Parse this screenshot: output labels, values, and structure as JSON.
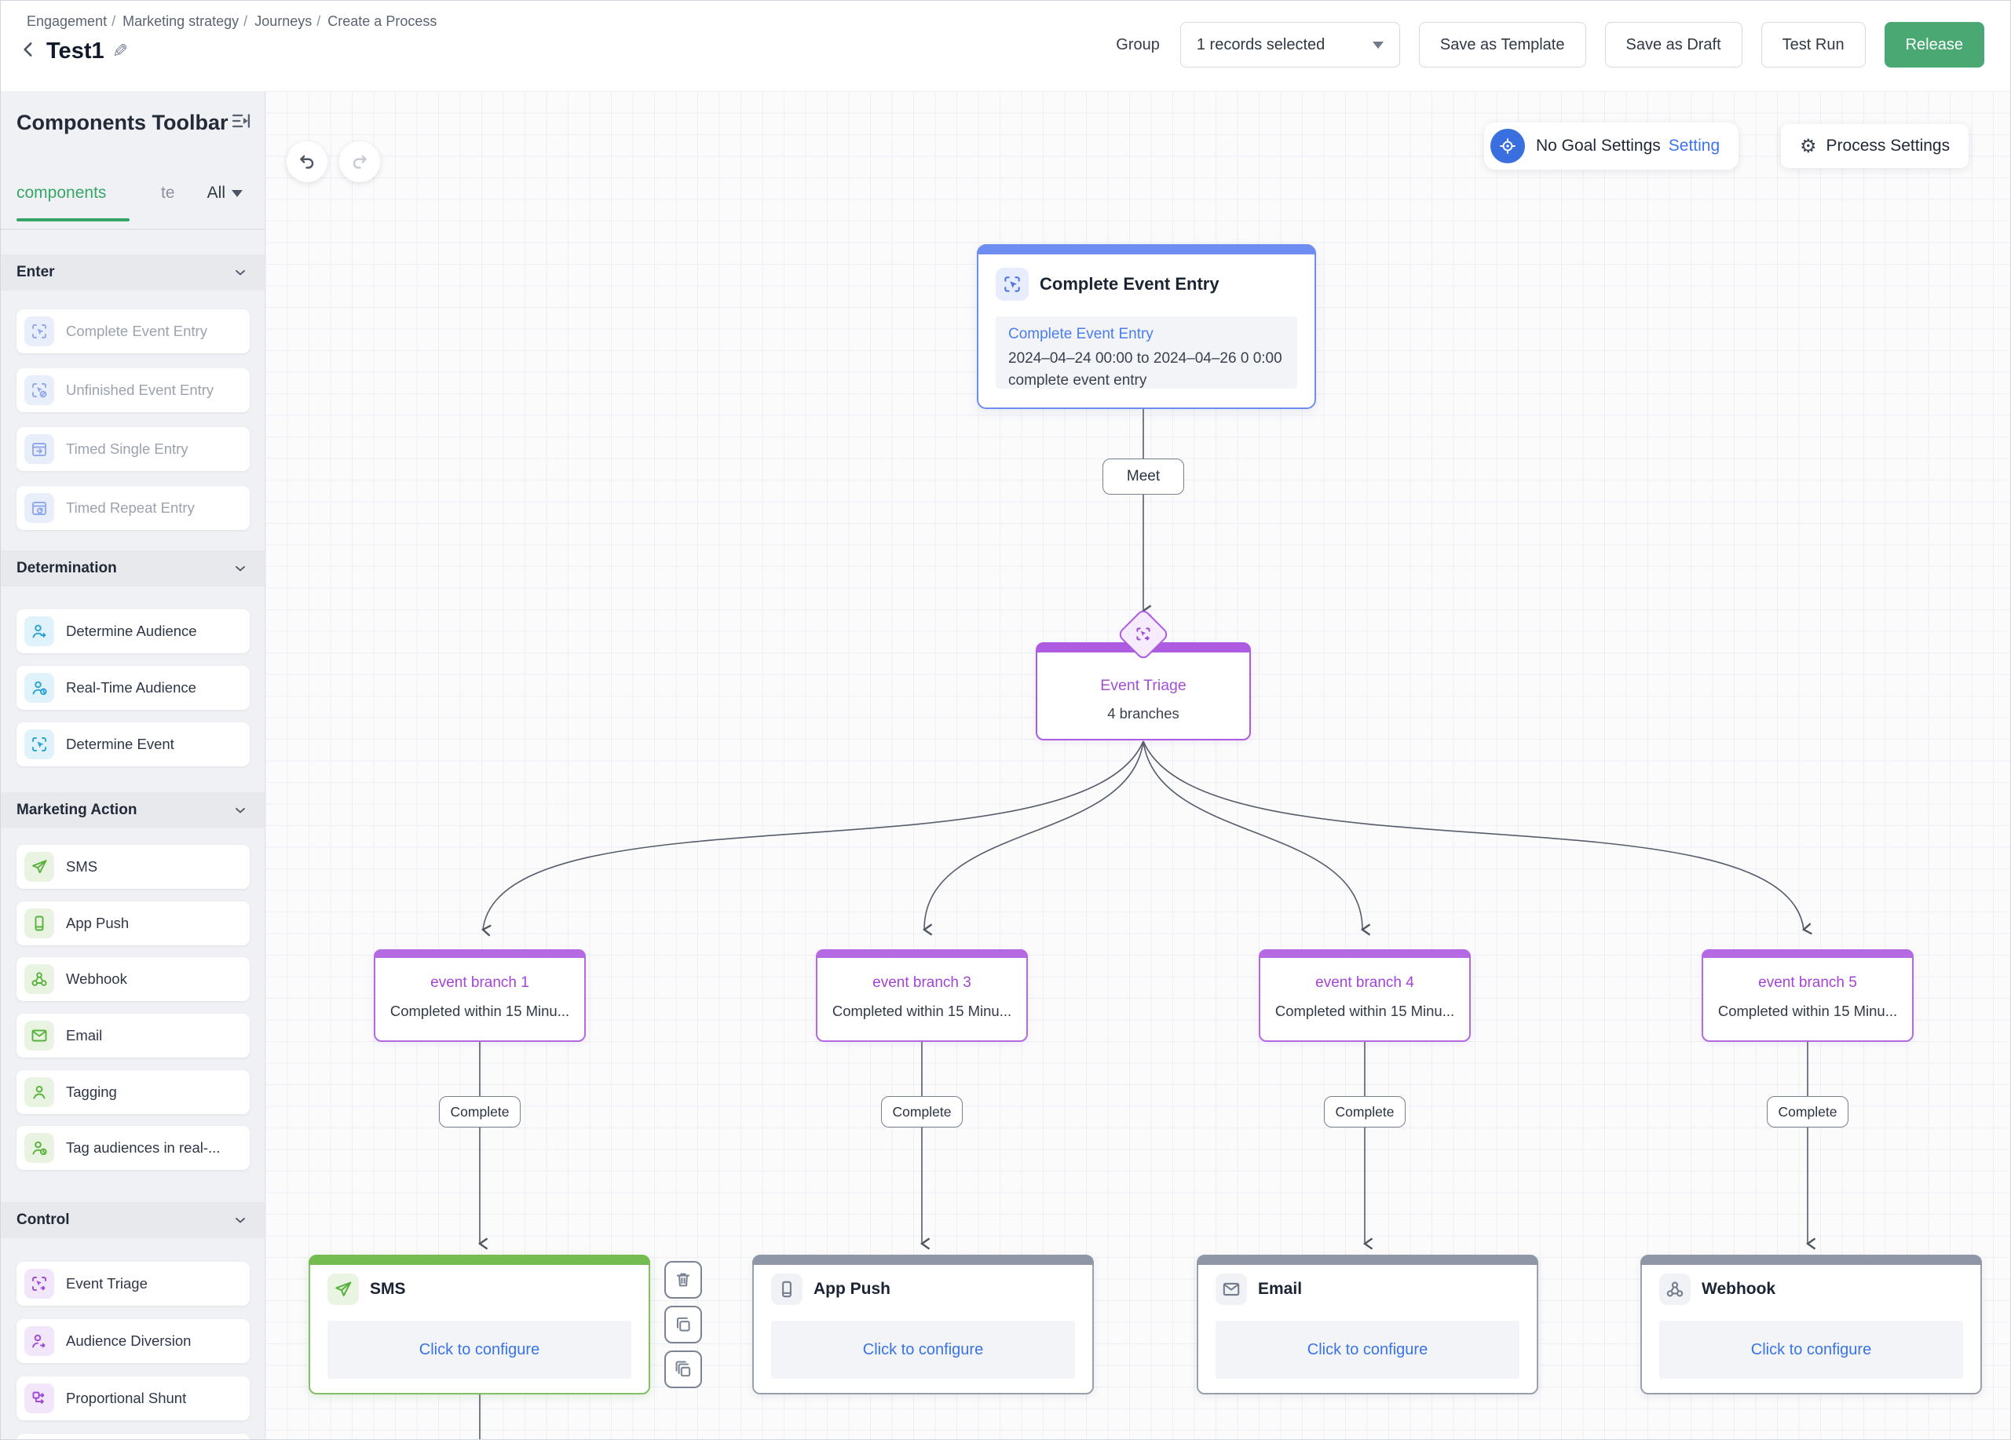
{
  "colors": {
    "accent_blue": "#6d8ef0",
    "accent_purple": "#ad5ce2",
    "accent_green": "#74bc4f",
    "link_blue": "#3d74ec",
    "release_green": "#4aa873",
    "tab_green": "#36a667",
    "node_gray": "#8f97a6"
  },
  "header": {
    "breadcrumb": [
      "Engagement",
      "Marketing strategy",
      "Journeys",
      "Create a Process"
    ],
    "breadcrumb_sep": "/",
    "title": "Test1",
    "group_label": "Group",
    "records_dropdown_value": "1 records selected",
    "save_as_template": "Save as Template",
    "save_as_draft": "Save as Draft",
    "test_run": "Test Run",
    "release": "Release"
  },
  "sidebar": {
    "title": "Components Toolbar",
    "tab_components": "components",
    "tab_templates_truncated": "te",
    "filter_all": "All",
    "sections": {
      "enter": {
        "label": "Enter",
        "items": [
          "Complete Event Entry",
          "Unfinished Event Entry",
          "Timed Single Entry",
          "Timed Repeat Entry"
        ]
      },
      "determination": {
        "label": "Determination",
        "items": [
          "Determine Audience",
          "Real-Time Audience",
          "Determine Event"
        ]
      },
      "marketing": {
        "label": "Marketing Action",
        "items": [
          "SMS",
          "App Push",
          "Webhook",
          "Email",
          "Tagging",
          "Tag audiences in real-..."
        ]
      },
      "control": {
        "label": "Control",
        "items": [
          "Event Triage",
          "Audience Diversion",
          "Proportional Shunt"
        ]
      }
    }
  },
  "canvas": {
    "goal_status": "No Goal Settings",
    "goal_action": "Setting",
    "process_settings": "Process Settings",
    "entry_node": {
      "title": "Complete Event Entry",
      "config_link": "Complete Event Entry",
      "config_desc": "2024–04–24 00:00 to 2024–04–26 0 0:00 complete event entry"
    },
    "entry_edge_label": "Meet",
    "triage_node": {
      "title": "Event Triage",
      "subtitle": "4 branches"
    },
    "branches": [
      {
        "title": "event branch 1",
        "subtitle": "Completed within 15 Minu...",
        "edge_label": "Complete"
      },
      {
        "title": "event branch 3",
        "subtitle": "Completed within 15 Minu...",
        "edge_label": "Complete"
      },
      {
        "title": "event branch 4",
        "subtitle": "Completed within 15 Minu...",
        "edge_label": "Complete"
      },
      {
        "title": "event branch 5",
        "subtitle": "Completed within 15 Minu...",
        "edge_label": "Complete"
      }
    ],
    "actions": [
      {
        "title": "SMS",
        "cta": "Click to configure"
      },
      {
        "title": "App Push",
        "cta": "Click to configure"
      },
      {
        "title": "Email",
        "cta": "Click to configure"
      },
      {
        "title": "Webhook",
        "cta": "Click to configure"
      }
    ]
  }
}
